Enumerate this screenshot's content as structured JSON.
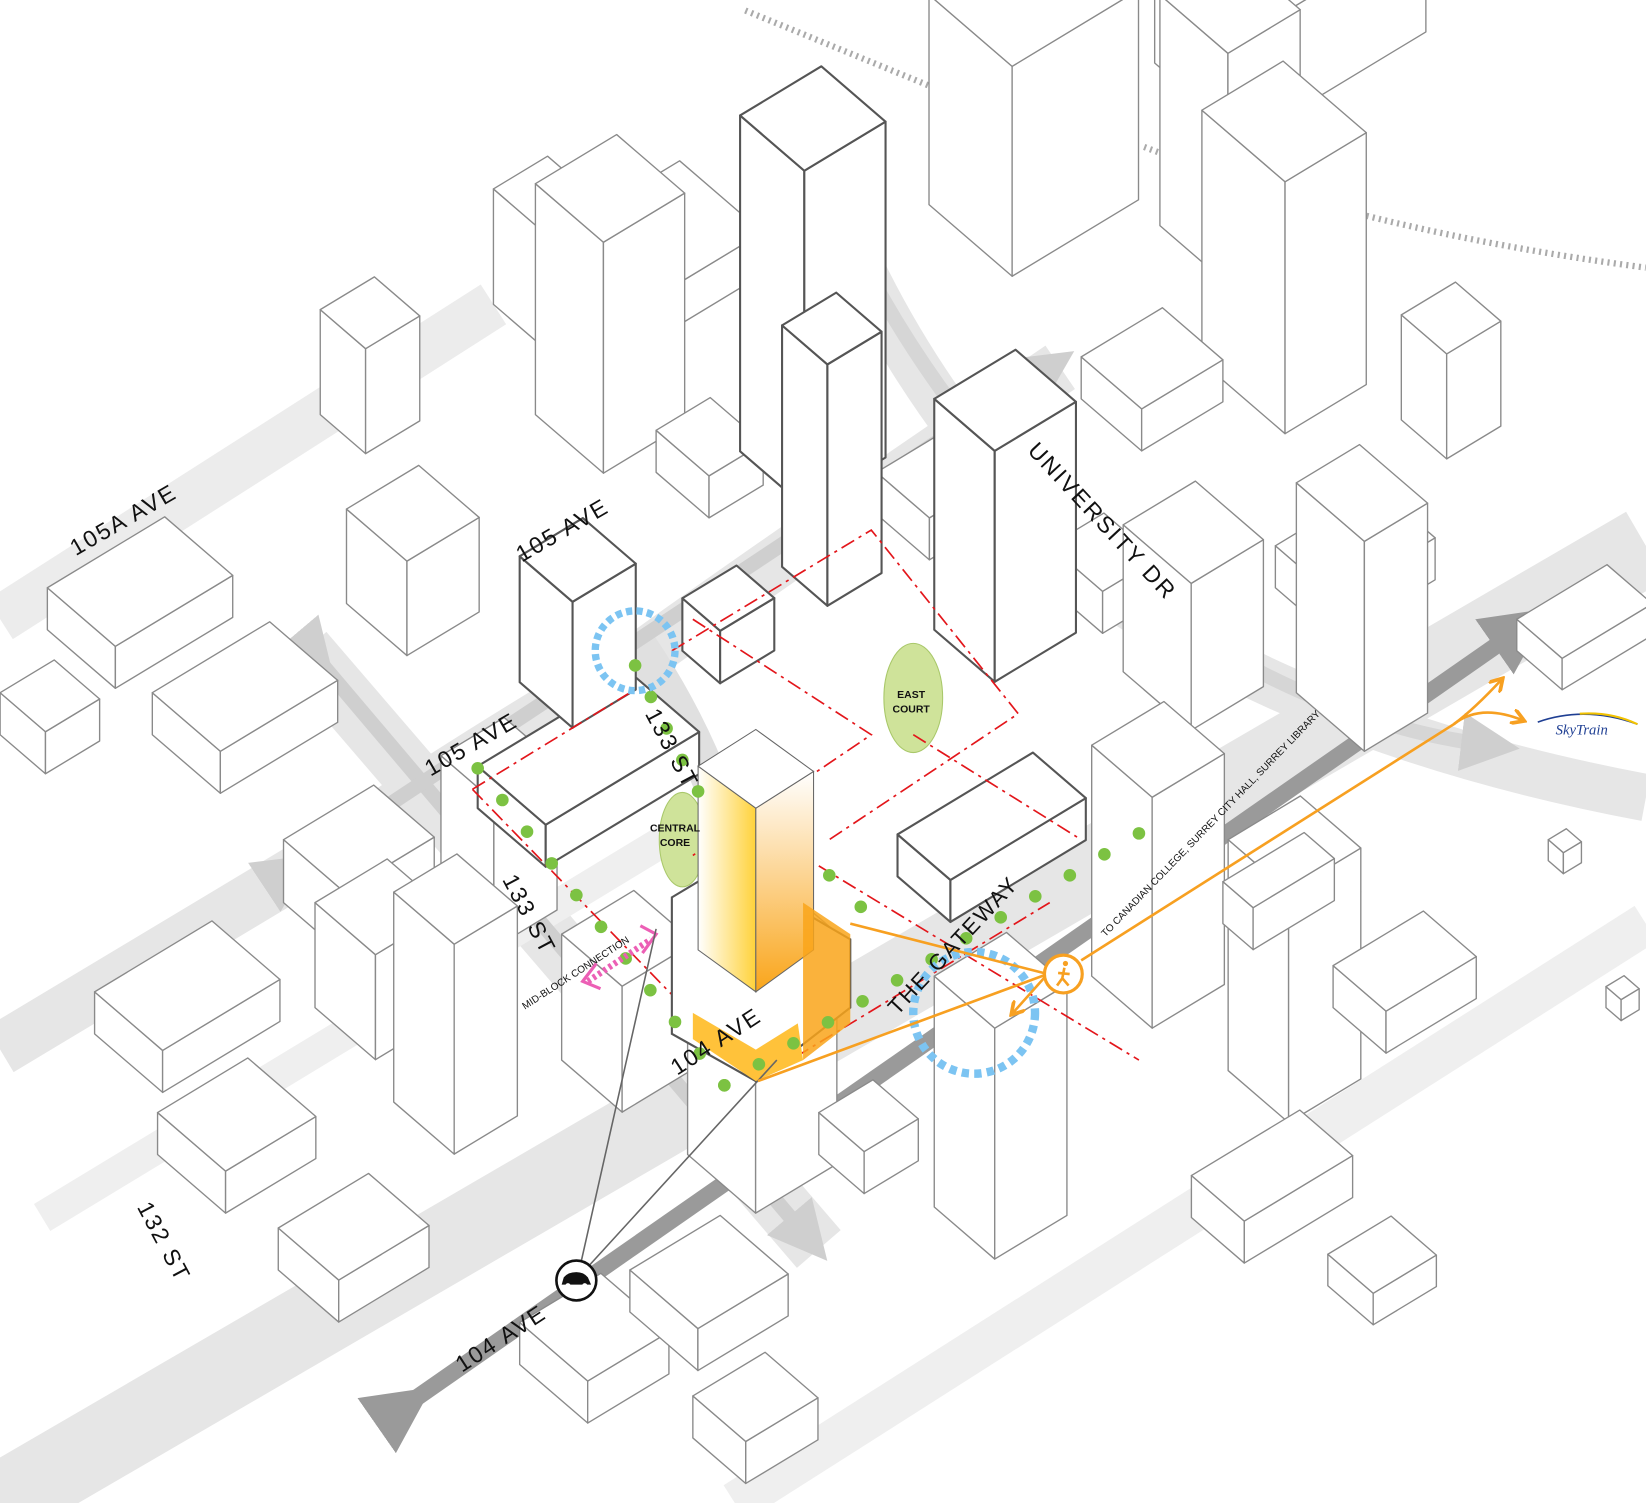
{
  "colors": {
    "road": "#e8e8e8",
    "arterial": "#9a9a9a",
    "building_stroke": "#8a8a8a",
    "site_stroke": "#555555",
    "site_boundary": "#e3161b",
    "tree": "#7cc242",
    "court": "#cfe39a",
    "focus_ring": "#7cc4f2",
    "pedestrian_route": "#f7a021",
    "tower_gradient_top": "#ffffff",
    "tower_gradient_bottom": "#f9a51a",
    "mid_block": "#ec5fb5",
    "skytrain": "#1f3f93"
  },
  "streets": {
    "ave_105a": "105A AVE",
    "ave_105_north": "105 AVE",
    "ave_105_south": "105 AVE",
    "university_dr": "UNIVERSITY DR",
    "st_133_north": "133 ST",
    "st_133_south": "133 ST",
    "st_132": "132 ST",
    "ave_104_south": "104 AVE",
    "ave_104_site": "104 AVE"
  },
  "labels": {
    "gateway": "THE GATEWAY",
    "mid_block": "MID-BLOCK CONNECTION",
    "central_core_1": "CENTRAL",
    "central_core_2": "CORE",
    "east_court_1": "EAST",
    "east_court_2": "COURT",
    "pedestrian_route": "TO CANADIAN COLLEGE, SURREY CITY HALL, SURREY LIBRARY",
    "skytrain_logo": "SkyTrain"
  },
  "icons": {
    "car": "car-icon",
    "pedestrian": "pedestrian-icon"
  }
}
